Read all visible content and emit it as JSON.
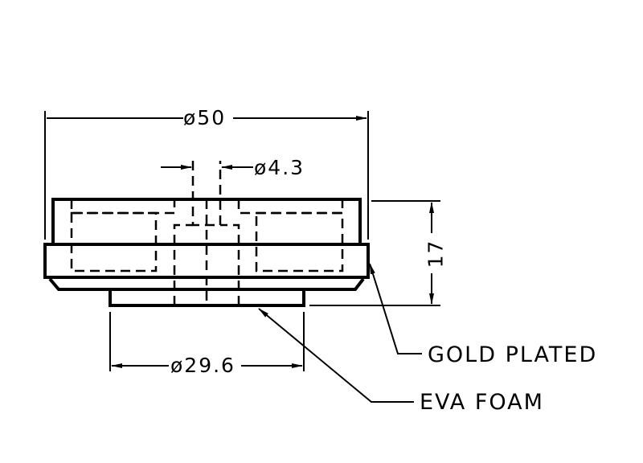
{
  "dimensions": {
    "outer_diameter": "ø50",
    "hole_diameter": "ø4.3",
    "height": "17",
    "foam_diameter": "ø29.6"
  },
  "callouts": {
    "gold_plated": "GOLD  PLATED",
    "eva_foam": "EVA  FOAM"
  },
  "colors": {
    "line": "#000000",
    "background": "#ffffff"
  }
}
